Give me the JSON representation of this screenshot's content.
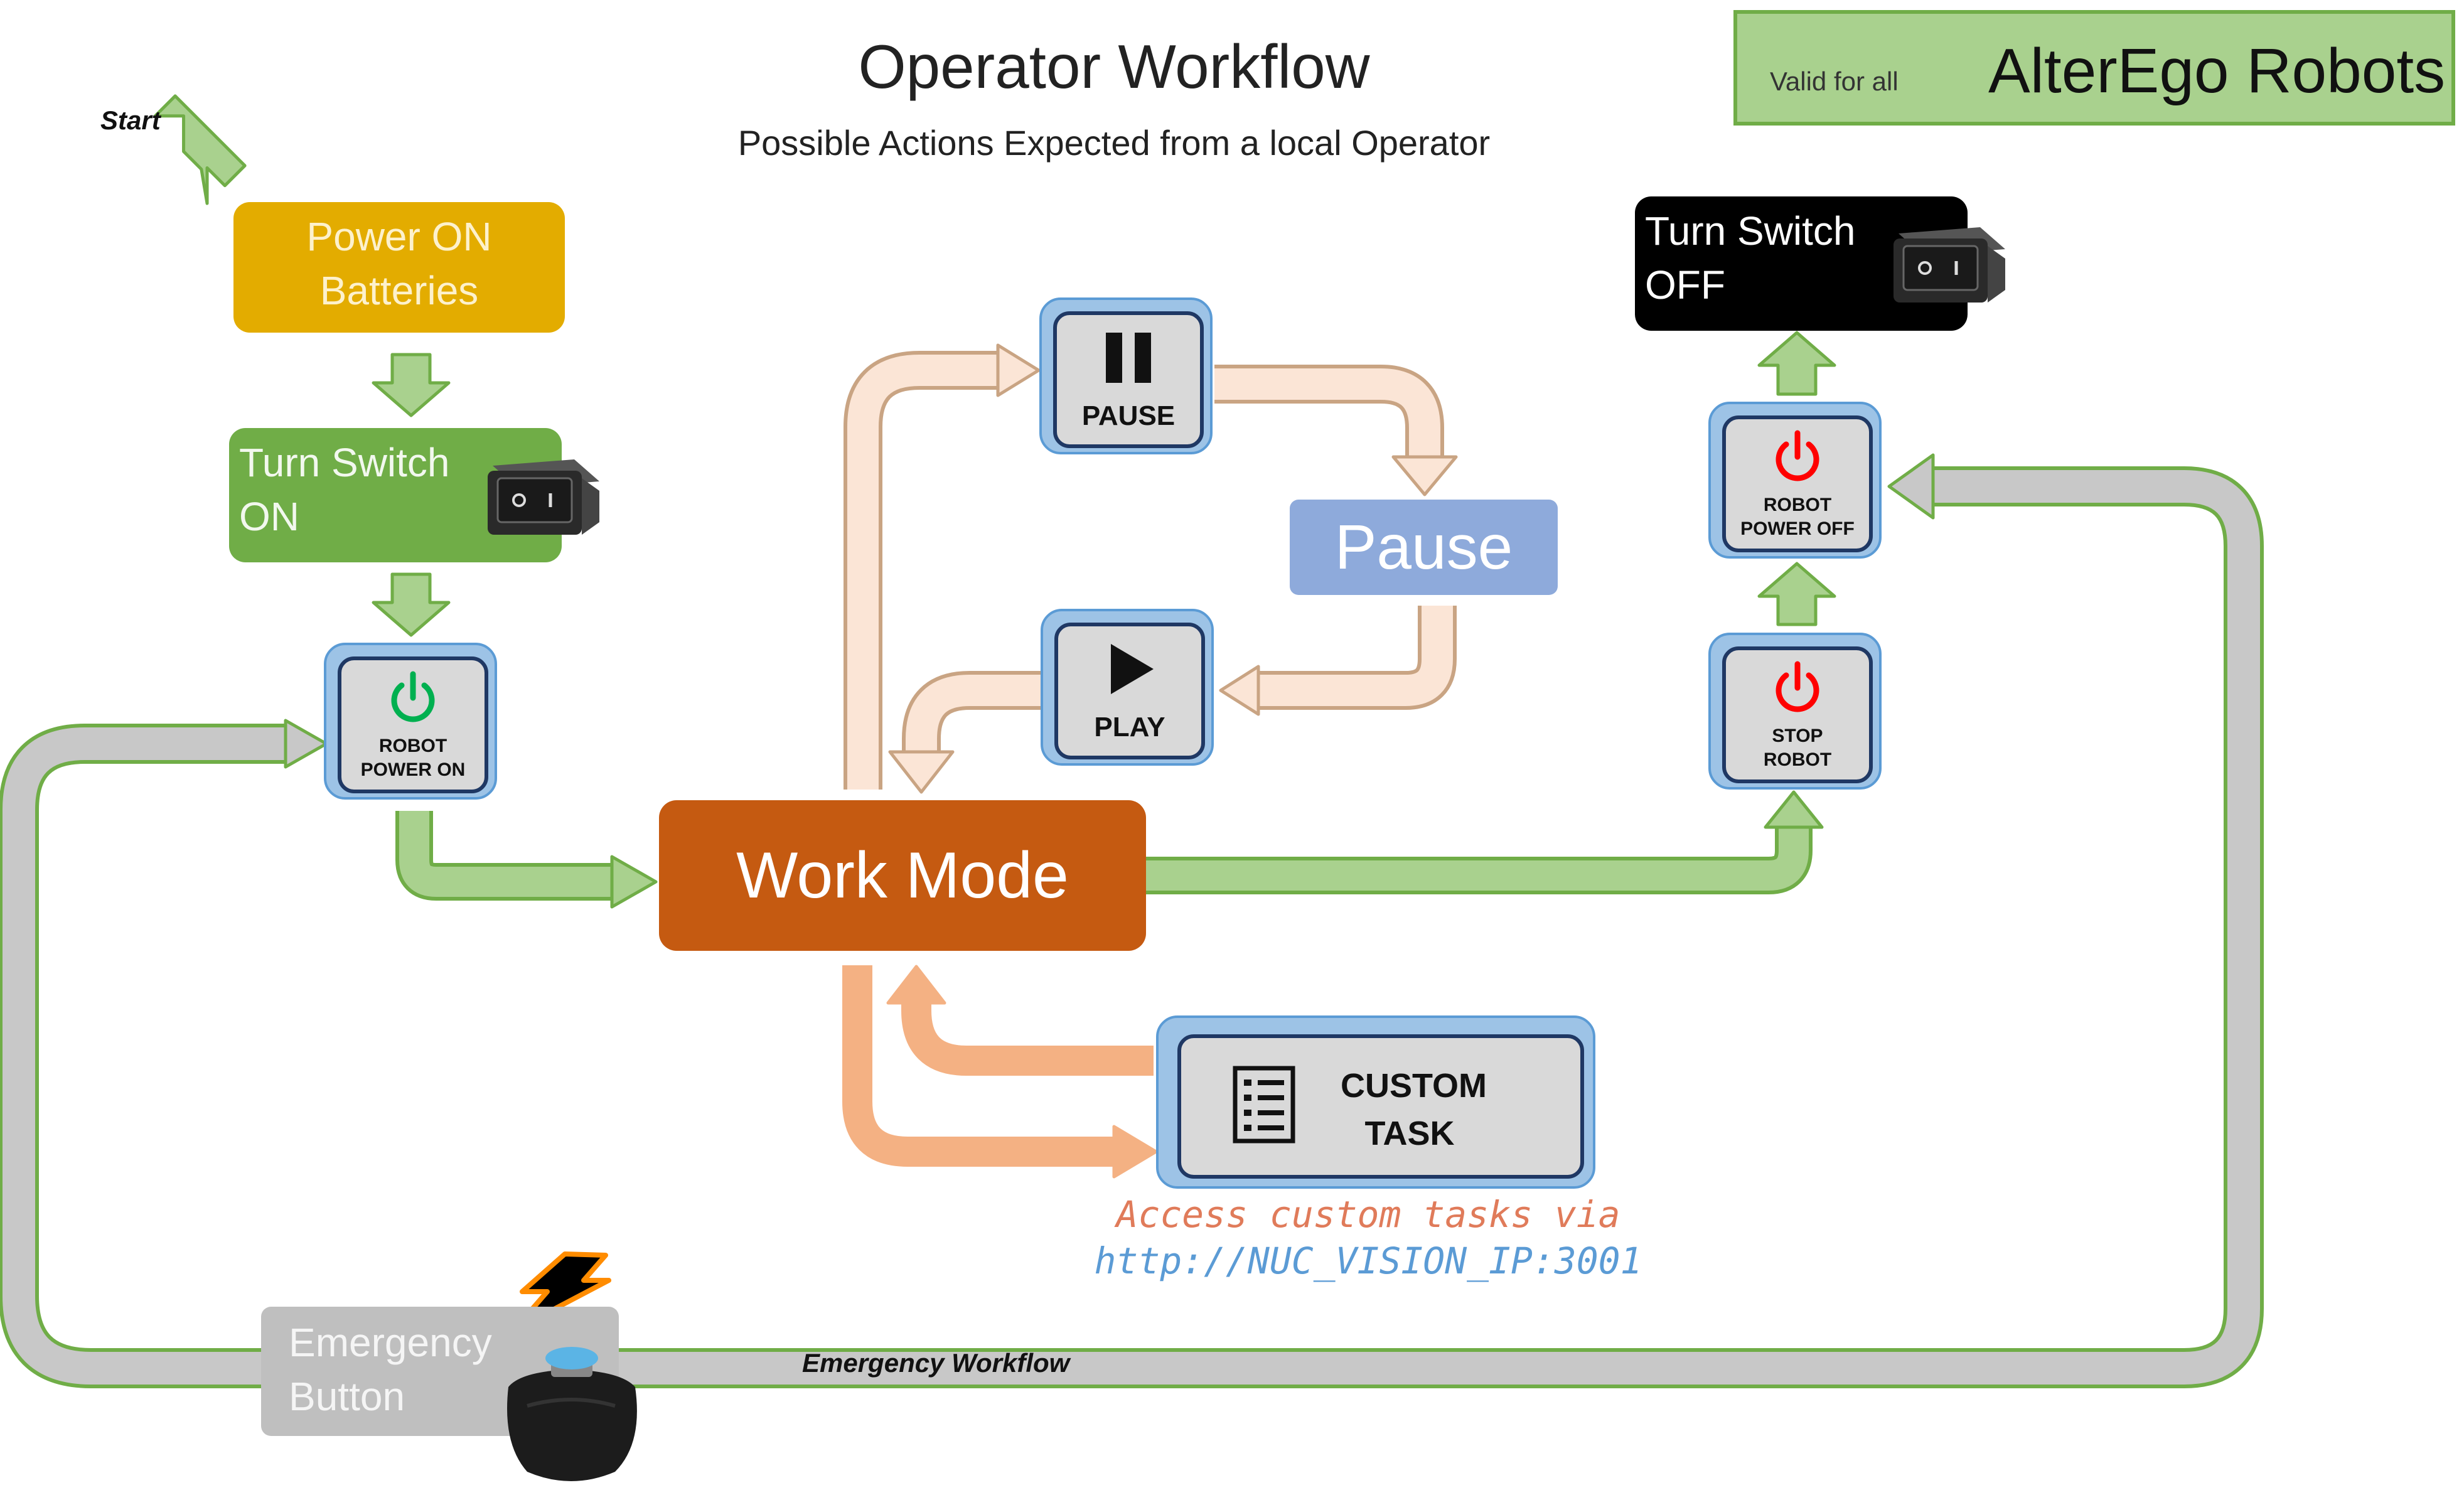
{
  "header": {
    "title": "Operator Workflow",
    "subtitle": "Possible Actions Expected from a local Operator"
  },
  "validity": {
    "prefix": "Valid for all",
    "product": "AlterEgo Robots"
  },
  "start_label": "Start",
  "steps": {
    "power_batteries": [
      "Power ON",
      "Batteries"
    ],
    "switch_on": [
      "Turn Switch",
      "ON"
    ],
    "switch_off": [
      "Turn Switch",
      "OFF"
    ],
    "work_mode": "Work Mode",
    "pause_state": "Pause",
    "emergency_button": [
      "Emergency",
      "Button"
    ]
  },
  "buttons": {
    "robot_power_on": [
      "ROBOT",
      "POWER ON"
    ],
    "pause": "PAUSE",
    "play": "PLAY",
    "robot_power_off": [
      "ROBOT",
      "POWER OFF"
    ],
    "stop_robot": [
      "STOP",
      "ROBOT"
    ],
    "custom_task": [
      "CUSTOM",
      "TASK"
    ]
  },
  "notes": {
    "access_line1": "Access custom tasks via",
    "access_line2": "http://NUC_VISION_IP:3001",
    "emergency_workflow": "Emergency Workflow"
  },
  "colors": {
    "green_arrow": "#a9d18e",
    "green_outline": "#70ad47",
    "peach_arrow": "#fbe5d6",
    "peach_outline": "#c9a483",
    "orange_arrow": "#f4b183",
    "gray_path": "#c8c8c8",
    "power_on_icon": "#00b050",
    "power_off_icon": "#ff0000",
    "button_fill": "#9dc3e6",
    "button_border": "#1f3864"
  },
  "icons": [
    "start-arrow-icon",
    "rocker-switch-icon",
    "power-icon",
    "pause-icon",
    "play-icon",
    "checklist-icon",
    "lightning-icon",
    "emergency-stop-icon"
  ]
}
